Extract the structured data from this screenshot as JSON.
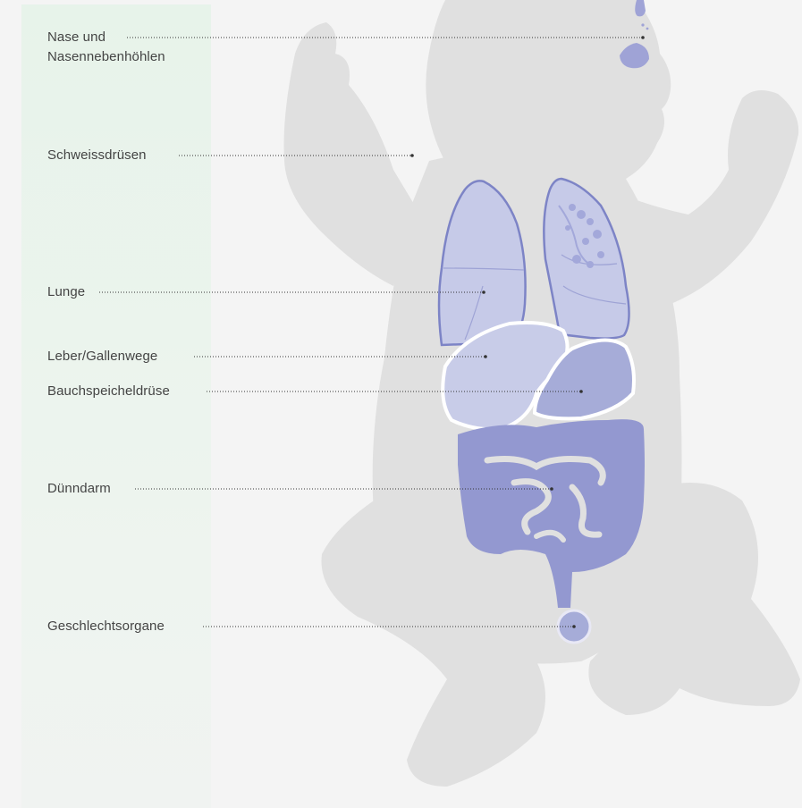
{
  "colors": {
    "panel": "#e9f3ec",
    "body_silhouette": "#e0e0e0",
    "organ_light": "#c8cce8",
    "organ_mid": "#a6acd8",
    "organ_dark": "#9398d0",
    "organ_outline": "#7d84c6",
    "leader_line": "#333333"
  },
  "labels": {
    "nose_line1": "Nase und",
    "nose_line2": "Nasennebenhöhlen",
    "sweat": "Schweissdrüsen",
    "lung": "Lunge",
    "liver": "Leber/Gallenwege",
    "pancreas": "Bauchspeicheldrüse",
    "small_intestine": "Dünndarm",
    "genitals": "Geschlechtsorgane"
  }
}
